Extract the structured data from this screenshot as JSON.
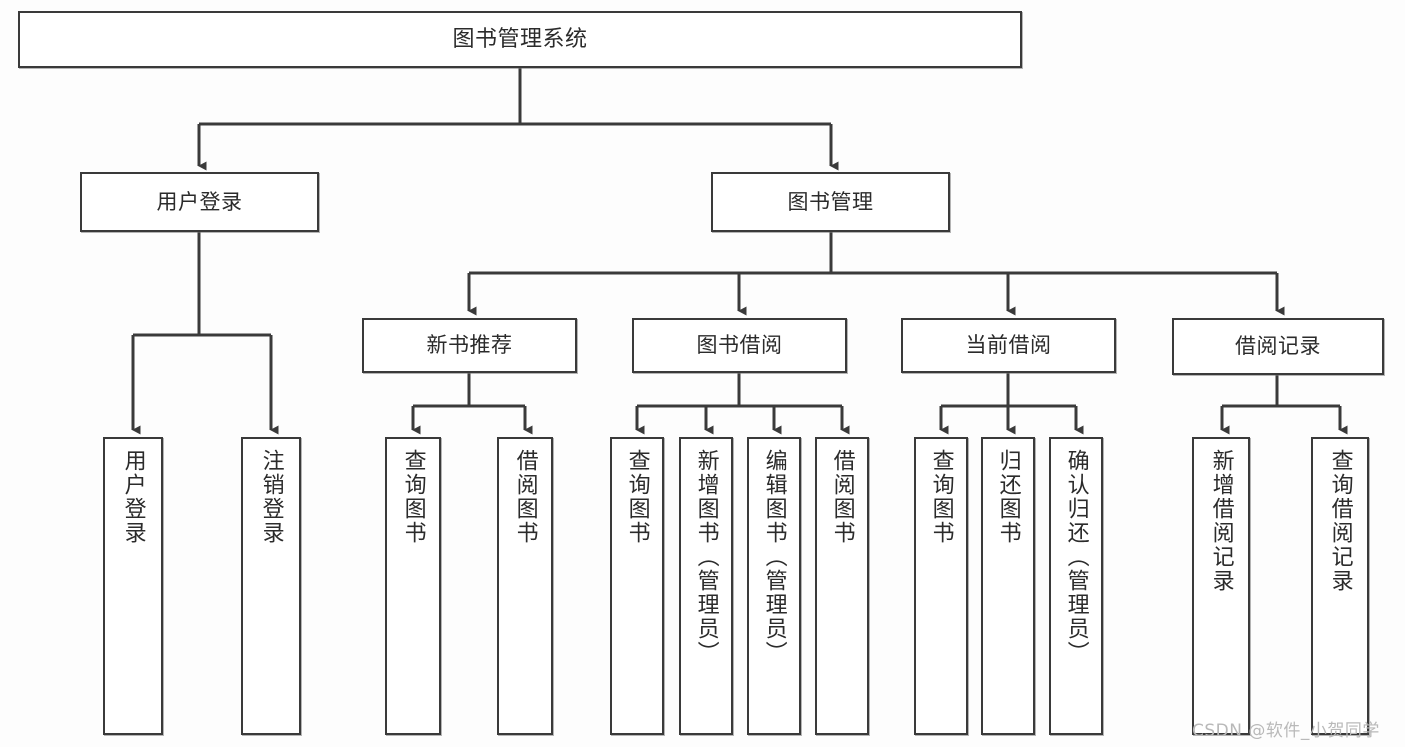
{
  "diagram": {
    "title": "图书管理系统",
    "type": "tree-hierarchy-chart",
    "colors": {
      "background": "#fdfdfd",
      "node_fill": "#ffffff",
      "node_border": "#3a3a3a",
      "edge": "#3a3a3a",
      "text": "#2b2b2b",
      "watermark": "#b9b9b9"
    },
    "nodes": {
      "root": {
        "label": "图书管理系统"
      },
      "level1": [
        {
          "id": "user-login",
          "label": "用户登录"
        },
        {
          "id": "book-manage",
          "label": "图书管理"
        }
      ],
      "level2": [
        {
          "id": "new-book-recommend",
          "label": "新书推荐"
        },
        {
          "id": "book-borrow",
          "label": "图书借阅"
        },
        {
          "id": "current-borrow",
          "label": "当前借阅"
        },
        {
          "id": "borrow-record",
          "label": "借阅记录"
        }
      ],
      "leaves": {
        "user-login": [
          {
            "id": "leaf-user-login",
            "label": "用户登录"
          },
          {
            "id": "leaf-logout-login",
            "label": "注销登录"
          }
        ],
        "new-book-recommend": [
          {
            "id": "leaf-query-book-1",
            "label": "查询图书"
          },
          {
            "id": "leaf-borrow-book-1",
            "label": "借阅图书"
          }
        ],
        "book-borrow": [
          {
            "id": "leaf-query-book-2",
            "label": "查询图书"
          },
          {
            "id": "leaf-add-book-admin",
            "label": "新增图书（管理员）"
          },
          {
            "id": "leaf-edit-book-admin",
            "label": "编辑图书（管理员）"
          },
          {
            "id": "leaf-borrow-book-2",
            "label": "借阅图书"
          }
        ],
        "current-borrow": [
          {
            "id": "leaf-query-book-3",
            "label": "查询图书"
          },
          {
            "id": "leaf-return-book",
            "label": "归还图书"
          },
          {
            "id": "leaf-confirm-return-admin",
            "label": "确认归还（管理员）"
          }
        ],
        "borrow-record": [
          {
            "id": "leaf-add-borrow-record",
            "label": "新增借阅记录"
          },
          {
            "id": "leaf-query-borrow-record",
            "label": "查询借阅记录"
          }
        ]
      }
    },
    "watermark": "CSDN @软件_小贺同学"
  }
}
